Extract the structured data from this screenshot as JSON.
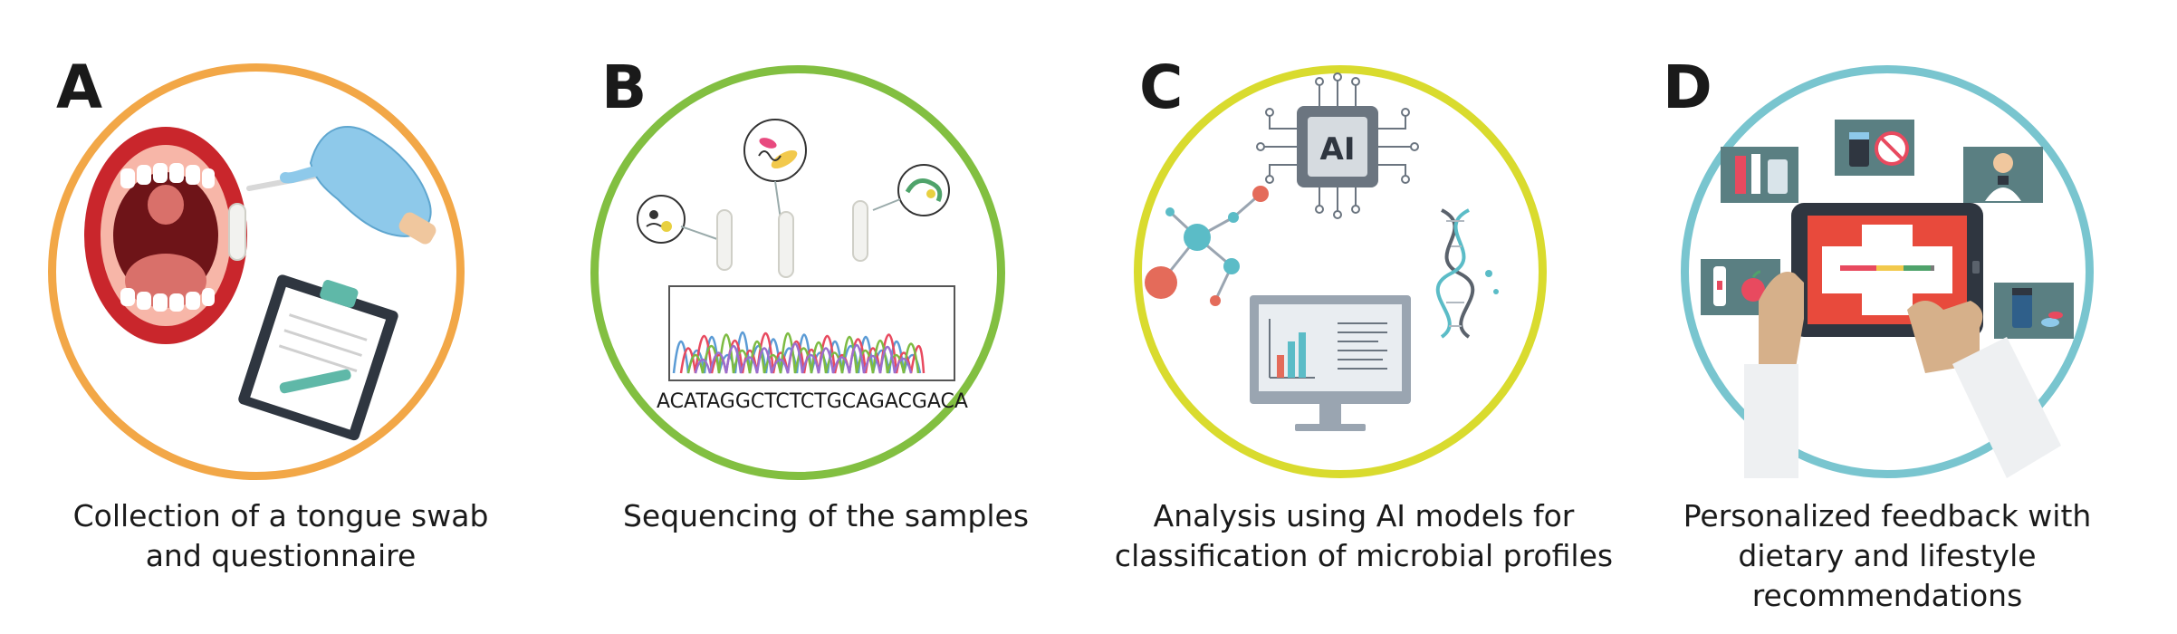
{
  "panels": [
    {
      "letter": "A",
      "ring_color": "#f2a747",
      "caption_lines": [
        "Collection of a tongue swab",
        "and questionnaire"
      ]
    },
    {
      "letter": "B",
      "ring_color": "#82bf41",
      "caption_lines": [
        "Sequencing of the samples"
      ],
      "sequence_text": "ACATAGGCTCTCTGCAGACGACA"
    },
    {
      "letter": "C",
      "ring_color": "#d9db2e",
      "caption_lines": [
        "Analysis using AI models for",
        "classification of microbial profiles"
      ],
      "chip_label": "AI"
    },
    {
      "letter": "D",
      "ring_color": "#79c5cf",
      "caption_lines": [
        "Personalized feedback with",
        "dietary and lifestyle recommendations"
      ]
    }
  ]
}
